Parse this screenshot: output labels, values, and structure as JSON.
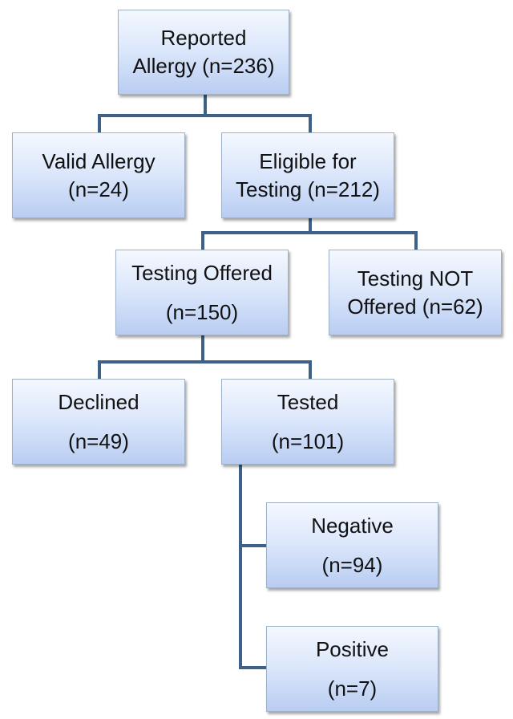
{
  "nodes": {
    "reported": {
      "line1": "Reported",
      "line2": "Allergy (n=236)"
    },
    "valid": {
      "line1": "Valid Allergy",
      "line2": "(n=24)"
    },
    "eligible": {
      "line1": "Eligible for",
      "line2": "Testing (n=212)"
    },
    "offered": {
      "line1": "Testing Offered",
      "line2": "(n=150)"
    },
    "not_offered": {
      "line1": "Testing NOT",
      "line2": "Offered (n=62)"
    },
    "declined": {
      "line1": "Declined",
      "line2": "(n=49)"
    },
    "tested": {
      "line1": "Tested",
      "line2": "(n=101)"
    },
    "negative": {
      "line1": "Negative",
      "line2": "(n=94)"
    },
    "positive": {
      "line1": "Positive",
      "line2": "(n=7)"
    }
  },
  "colors": {
    "connector": "#3d6188",
    "box_border": "#9fb1c9",
    "box_top": "#f4f8ff",
    "box_bottom": "#b9cdf2"
  }
}
